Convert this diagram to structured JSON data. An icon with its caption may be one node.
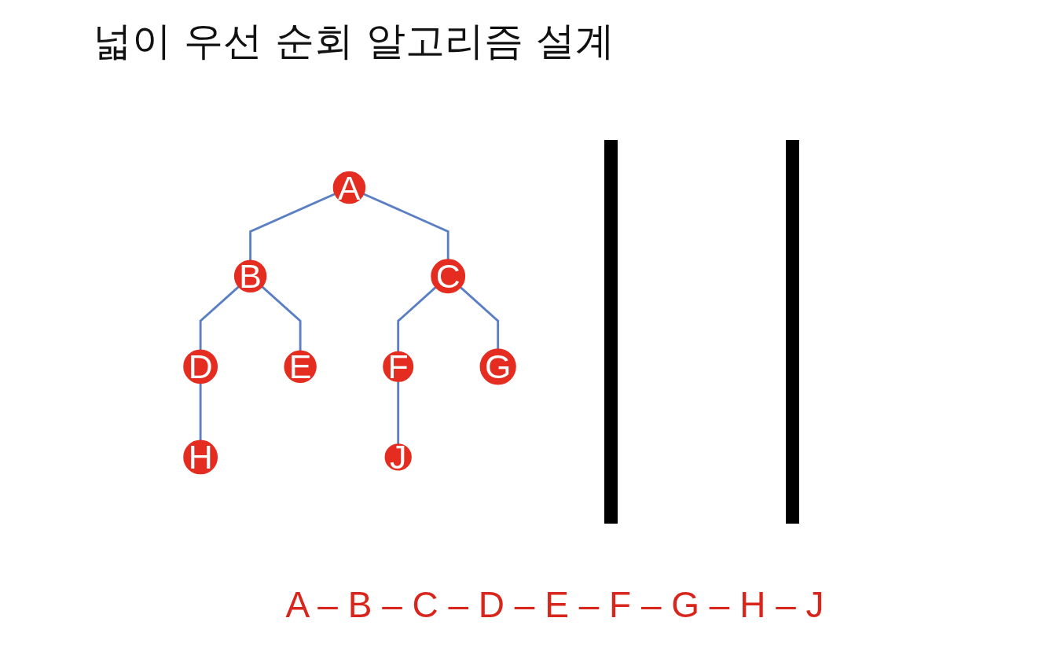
{
  "diagram": {
    "title": "넓이 우선 순회 알고리즘 설계",
    "nodes": [
      {
        "text": [
          "A"
        ]
      },
      {
        "text": [
          "B"
        ]
      },
      {
        "text": [
          "C"
        ]
      },
      {
        "text": [
          "D"
        ]
      },
      {
        "text": [
          "E"
        ]
      },
      {
        "text": [
          "F"
        ]
      },
      {
        "text": [
          "G"
        ]
      },
      {
        "text": [
          "H"
        ]
      },
      {
        "text": [
          "J"
        ]
      }
    ],
    "edges": [
      {
        "from": 0,
        "to": 1,
        "arrow": "none"
      },
      {
        "from": 0,
        "to": 2,
        "arrow": "none"
      },
      {
        "from": 1,
        "to": 3,
        "arrow": "none"
      },
      {
        "from": 1,
        "to": 4,
        "arrow": "none"
      },
      {
        "from": 2,
        "to": 5,
        "arrow": "none"
      },
      {
        "from": 2,
        "to": 6,
        "arrow": "none"
      },
      {
        "from": 3,
        "to": 7,
        "arrow": "none"
      },
      {
        "from": 5,
        "to": 8,
        "arrow": "none"
      }
    ],
    "labels": [
      "A – B – C – D – E – F – G – H – J"
    ]
  }
}
